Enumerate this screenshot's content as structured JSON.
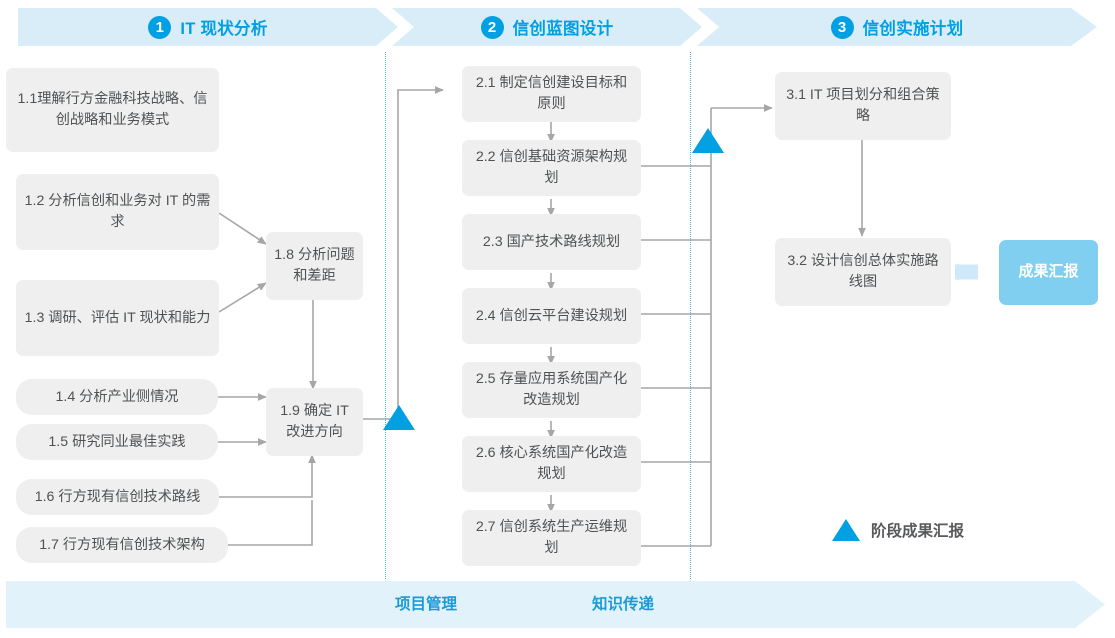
{
  "phases": [
    {
      "num": "1",
      "title": "IT 现状分析"
    },
    {
      "num": "2",
      "title": "信创蓝图设计"
    },
    {
      "num": "3",
      "title": "信创实施计划"
    }
  ],
  "nodes": {
    "n11": "1.1理解行方金融科技战略、信创战略和业务模式",
    "n12": "1.2 分析信创和业务对 IT 的需求",
    "n13": "1.3 调研、评估 IT 现状和能力",
    "n14": "1.4 分析产业侧情况",
    "n15": "1.5 研究同业最佳实践",
    "n16": "1.6 行方现有信创技术路线",
    "n17": "1.7 行方现有信创技术架构",
    "n18": "1.8 分析问题和差距",
    "n19": "1.9 确定 IT 改进方向",
    "n21": "2.1 制定信创建设目标和原则",
    "n22": "2.2 信创基础资源架构规划",
    "n23": "2.3 国产技术路线规划",
    "n24": "2.4 信创云平台建设规划",
    "n25": "2.5 存量应用系统国产化改造规划",
    "n26": "2.6 核心系统国产化改造规划",
    "n27": "2.7 信创系统生产运维规划",
    "n31": "3.1 IT 项目划分和组合策略",
    "n32": "3.2 设计信创总体实施路线图"
  },
  "result_chip": "成果汇报",
  "legend": {
    "label": "阶段成果汇报"
  },
  "bottom_band": {
    "labels": [
      "项目管理",
      "知识传递"
    ]
  },
  "colors": {
    "accent": "#00a0e3",
    "band": "#d9edf9",
    "node_bg": "#efefef",
    "node_text": "#4f5254",
    "chip_bg": "#80cff0",
    "wire": "#a6a6a6",
    "separator": "#49b6e8",
    "bottom_band_bg": "#e2f2fb",
    "bottom_text": "#1b9ad6"
  }
}
